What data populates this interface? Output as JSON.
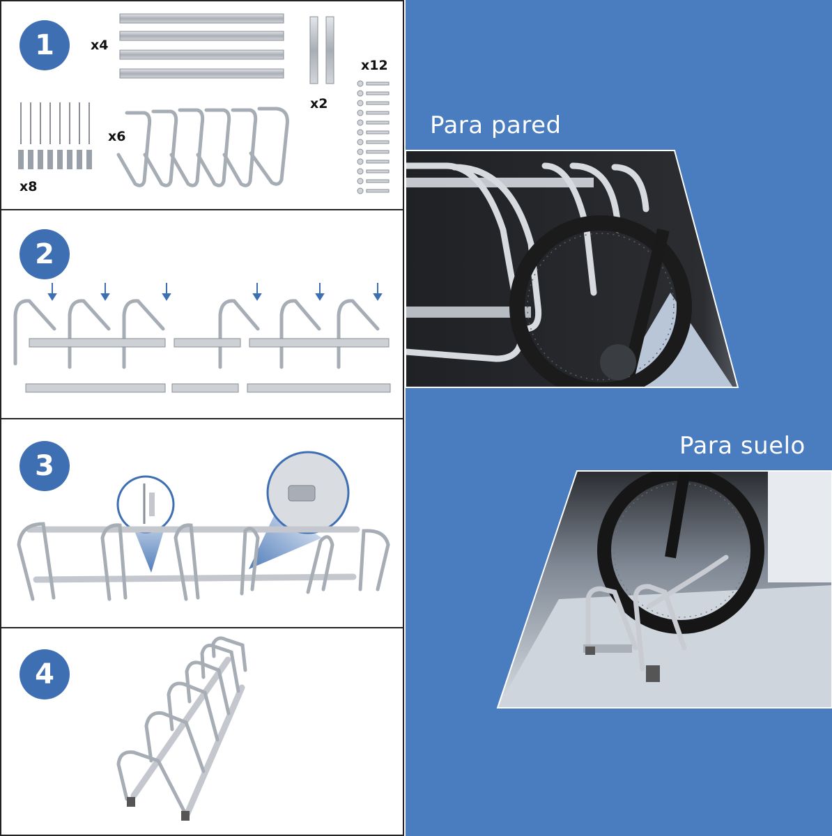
{
  "steps": [
    {
      "number": "1",
      "quantities": {
        "rails": "x4",
        "posts": "x2",
        "bolts": "x12",
        "screws": "x8",
        "hooks": "x6"
      }
    },
    {
      "number": "2"
    },
    {
      "number": "3"
    },
    {
      "number": "4"
    }
  ],
  "photos": {
    "wall_title": "Para pared",
    "floor_title": "Para suelo"
  },
  "colors": {
    "accent": "#3e6fb3",
    "right_background": "#4a7cc0",
    "metal": "#b9bec6"
  }
}
